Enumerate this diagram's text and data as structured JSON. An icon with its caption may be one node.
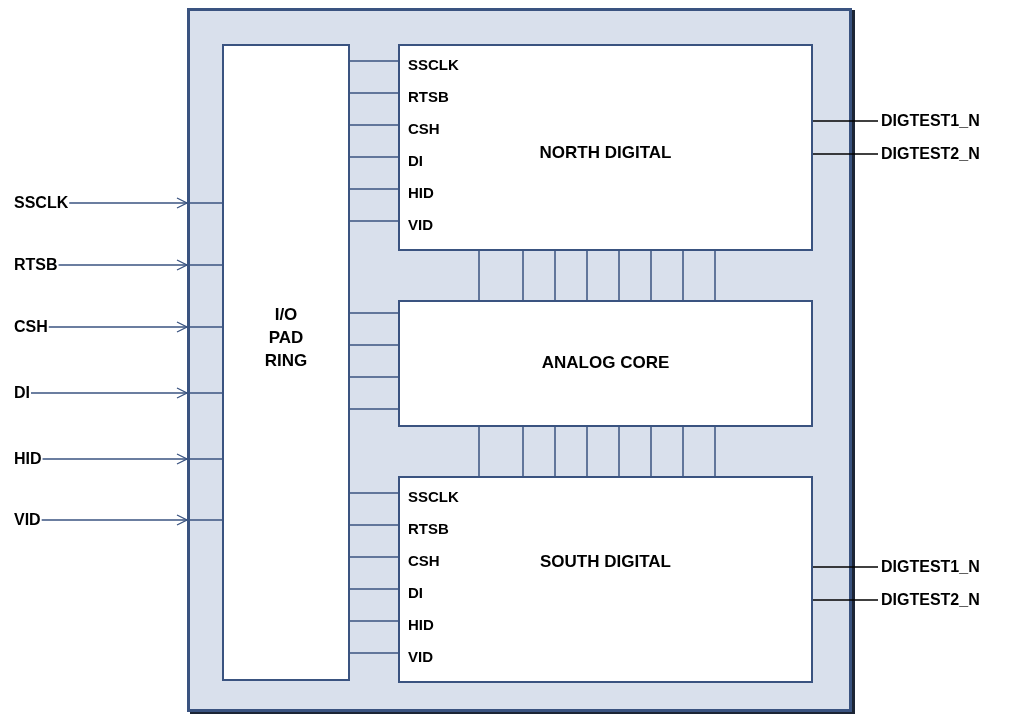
{
  "diagram": {
    "nodes": [
      {
        "text": [],
        "shape": "box"
      },
      {
        "text": [
          "I/O PAD RING"
        ],
        "in": 0
      },
      {
        "text": [
          "NORTH DIGITAL",
          "SSCLK",
          "RTSB",
          "CSH",
          "DI",
          "HID",
          "VID"
        ],
        "in": 0
      },
      {
        "text": [
          "ANALOG CORE"
        ],
        "in": 0
      },
      {
        "text": [
          "SOUTH DIGITAL",
          "SSCLK",
          "RTSB",
          "CSH",
          "DI",
          "HID",
          "VID"
        ],
        "in": 0
      },
      {
        "text": [
          "SSCLK"
        ]
      },
      {
        "text": [
          "RTSB"
        ]
      },
      {
        "text": [
          "CSH"
        ]
      },
      {
        "text": [
          "DI"
        ]
      },
      {
        "text": [
          "HID"
        ]
      },
      {
        "text": [
          "VID"
        ]
      },
      {
        "text": [
          "DIGTEST1_N"
        ]
      },
      {
        "text": [
          "DIGTEST2_N"
        ]
      },
      {
        "text": [
          "DIGTEST1_N"
        ]
      },
      {
        "text": [
          "DIGTEST2_N"
        ]
      }
    ],
    "edges": [
      {
        "from": 5,
        "to": 0,
        "arrow": "to"
      },
      {
        "from": 6,
        "to": 0,
        "arrow": "to"
      },
      {
        "from": 7,
        "to": 0,
        "arrow": "to"
      },
      {
        "from": 8,
        "to": 0,
        "arrow": "to"
      },
      {
        "from": 9,
        "to": 0,
        "arrow": "to"
      },
      {
        "from": 10,
        "to": 0,
        "arrow": "to"
      },
      {
        "from": 0,
        "to": 1,
        "arrow": "none"
      },
      {
        "from": 0,
        "to": 1,
        "arrow": "none"
      },
      {
        "from": 0,
        "to": 1,
        "arrow": "none"
      },
      {
        "from": 0,
        "to": 1,
        "arrow": "none"
      },
      {
        "from": 0,
        "to": 1,
        "arrow": "none"
      },
      {
        "from": 0,
        "to": 1,
        "arrow": "none"
      },
      {
        "from": 1,
        "to": 2,
        "arrow": "none"
      },
      {
        "from": 1,
        "to": 2,
        "arrow": "none"
      },
      {
        "from": 1,
        "to": 2,
        "arrow": "none"
      },
      {
        "from": 1,
        "to": 2,
        "arrow": "none"
      },
      {
        "from": 1,
        "to": 2,
        "arrow": "none"
      },
      {
        "from": 1,
        "to": 2,
        "arrow": "none"
      },
      {
        "from": 1,
        "to": 3,
        "arrow": "none"
      },
      {
        "from": 1,
        "to": 3,
        "arrow": "none"
      },
      {
        "from": 1,
        "to": 3,
        "arrow": "none"
      },
      {
        "from": 1,
        "to": 3,
        "arrow": "none"
      },
      {
        "from": 1,
        "to": 4,
        "arrow": "none"
      },
      {
        "from": 1,
        "to": 4,
        "arrow": "none"
      },
      {
        "from": 1,
        "to": 4,
        "arrow": "none"
      },
      {
        "from": 1,
        "to": 4,
        "arrow": "none"
      },
      {
        "from": 1,
        "to": 4,
        "arrow": "none"
      },
      {
        "from": 1,
        "to": 4,
        "arrow": "none"
      },
      {
        "from": 2,
        "to": 3,
        "arrow": "none"
      },
      {
        "from": 2,
        "to": 3,
        "arrow": "none"
      },
      {
        "from": 2,
        "to": 3,
        "arrow": "none"
      },
      {
        "from": 2,
        "to": 3,
        "arrow": "none"
      },
      {
        "from": 2,
        "to": 3,
        "arrow": "none"
      },
      {
        "from": 2,
        "to": 3,
        "arrow": "none"
      },
      {
        "from": 2,
        "to": 3,
        "arrow": "none"
      },
      {
        "from": 2,
        "to": 3,
        "arrow": "none"
      },
      {
        "from": 3,
        "to": 4,
        "arrow": "none"
      },
      {
        "from": 3,
        "to": 4,
        "arrow": "none"
      },
      {
        "from": 3,
        "to": 4,
        "arrow": "none"
      },
      {
        "from": 3,
        "to": 4,
        "arrow": "none"
      },
      {
        "from": 3,
        "to": 4,
        "arrow": "none"
      },
      {
        "from": 3,
        "to": 4,
        "arrow": "none"
      },
      {
        "from": 3,
        "to": 4,
        "arrow": "none"
      },
      {
        "from": 3,
        "to": 4,
        "arrow": "none"
      },
      {
        "from": 2,
        "to": 11,
        "arrow": "none",
        "color": "#000000"
      },
      {
        "from": 2,
        "to": 12,
        "arrow": "none",
        "color": "#000000"
      },
      {
        "from": 4,
        "to": 13,
        "arrow": "none",
        "color": "#000000"
      },
      {
        "from": 4,
        "to": 14,
        "arrow": "none",
        "color": "#000000"
      }
    ]
  }
}
